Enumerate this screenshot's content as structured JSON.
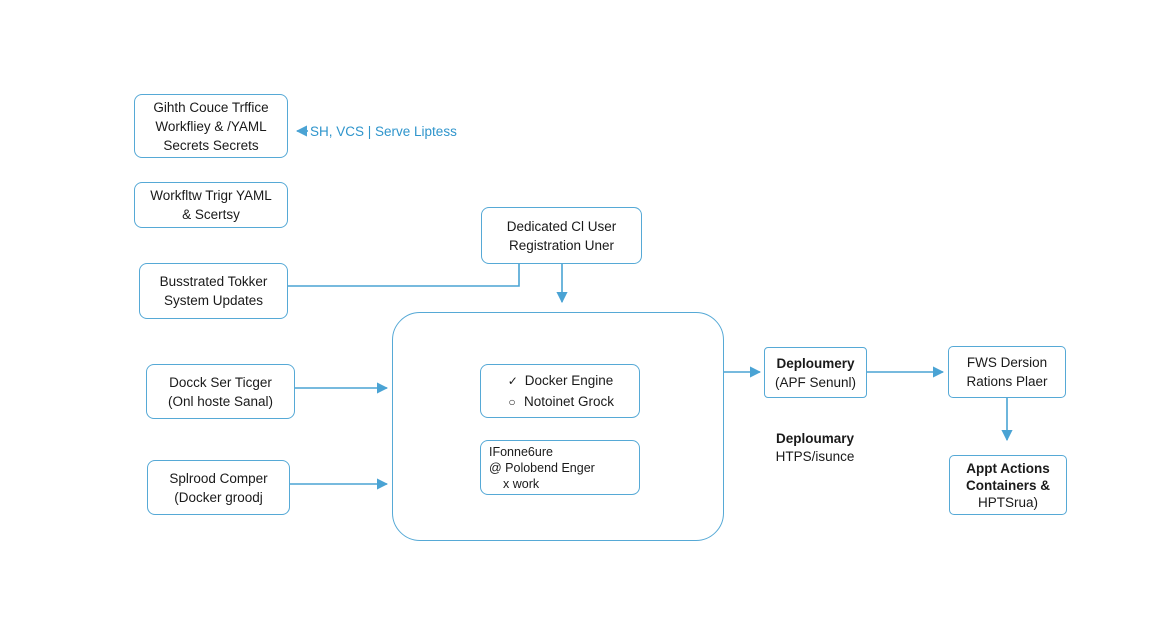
{
  "boxes": {
    "github_source": {
      "lines": [
        "Gihth Couce Trffice",
        "Workfliey & /YAML",
        "Secrets Secrets"
      ]
    },
    "workflow_trigger": {
      "lines": [
        "Workfltw Trigr YAML",
        "& Scertsy"
      ]
    },
    "bustrated_toker": {
      "lines": [
        "Busstrated Tokker",
        "System Updates"
      ]
    },
    "docker_trigger": {
      "lines": [
        "Docck Ser Ticger",
        "(Onl hoste Sanal)"
      ]
    },
    "splood_composer": {
      "lines": [
        "Splrood Comper",
        "(Docker groodj"
      ]
    },
    "dedicated_ci_user": {
      "lines": [
        "Dedicated Cl User",
        "Registration Uner"
      ]
    },
    "docker_engine_card": {
      "rows": [
        {
          "icon": "check-circle-icon",
          "glyph": "✓",
          "text": "Docker Engine"
        },
        {
          "icon": "circle-icon",
          "glyph": "○",
          "text": "Notoinet Grock"
        }
      ]
    },
    "frontend_card": {
      "lines": [
        "IFonne6ure",
        "@ Polobend Enger",
        "x work"
      ]
    },
    "deployment_server": {
      "lines": [
        "Deploumery",
        "(APF Senunl)"
      ]
    },
    "fws_version": {
      "lines": [
        "FWS Dersion",
        "Rations Plaer"
      ]
    },
    "app_actions": {
      "lines": [
        "Appt Actions",
        "Containers &",
        "HPTSrua)"
      ]
    }
  },
  "labels": {
    "ssh_vcs": "SH, VCS | Serve Liptess",
    "deployment_https_title": "Deploumary",
    "deployment_https_sub": "HTPS/isunce"
  },
  "colors": {
    "accent": "#56a9d6",
    "label_blue": "#2f95cc",
    "text": "#1a1a1a"
  }
}
